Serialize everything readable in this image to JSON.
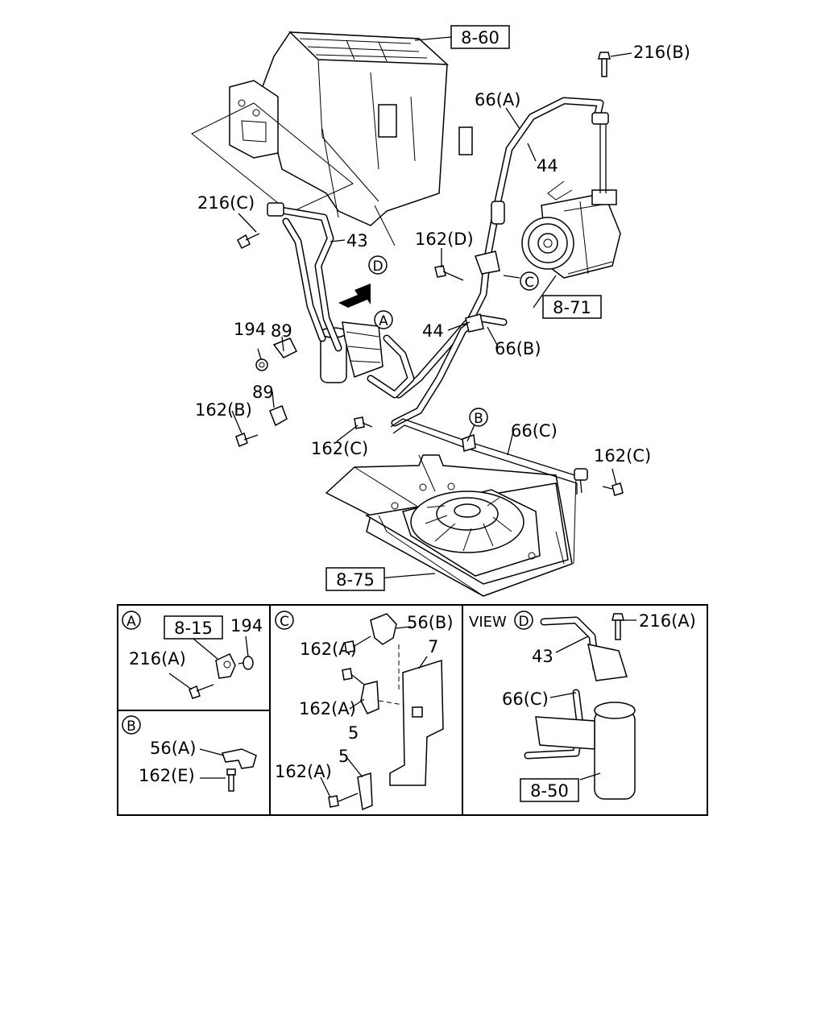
{
  "refs": {
    "r860": "8-60",
    "r871": "8-71",
    "r875": "8-75",
    "r815": "8-15",
    "r850": "8-50"
  },
  "labels": {
    "p216b": "216(B)",
    "p66a": "66(A)",
    "p44_top": "44",
    "p216c": "216(C)",
    "p43": "43",
    "p162d": "162(D)",
    "p89_top": "89",
    "p194": "194",
    "p44_mid": "44",
    "p66b": "66(B)",
    "p89_low": "89",
    "p162b": "162(B)",
    "p162c_left": "162(C)",
    "p66c": "66(C)",
    "p162c_right": "162(C)"
  },
  "callouts": {
    "A": "A",
    "B": "B",
    "C": "C",
    "D": "D"
  },
  "panels": {
    "a": {
      "marker": "A",
      "p194": "194",
      "p216a": "216(A)"
    },
    "b": {
      "marker": "B",
      "p56a": "56(A)",
      "p162e": "162(E)"
    },
    "c": {
      "marker": "C",
      "p56b": "56(B)",
      "p162a_1": "162(A)",
      "p7": "7",
      "p162a_2": "162(A)",
      "p5_1": "5",
      "p5_2": "5",
      "p162a_3": "162(A)"
    },
    "d": {
      "view": "VIEW",
      "marker": "D",
      "p216a": "216(A)",
      "p43": "43",
      "p66c": "66(C)"
    }
  }
}
